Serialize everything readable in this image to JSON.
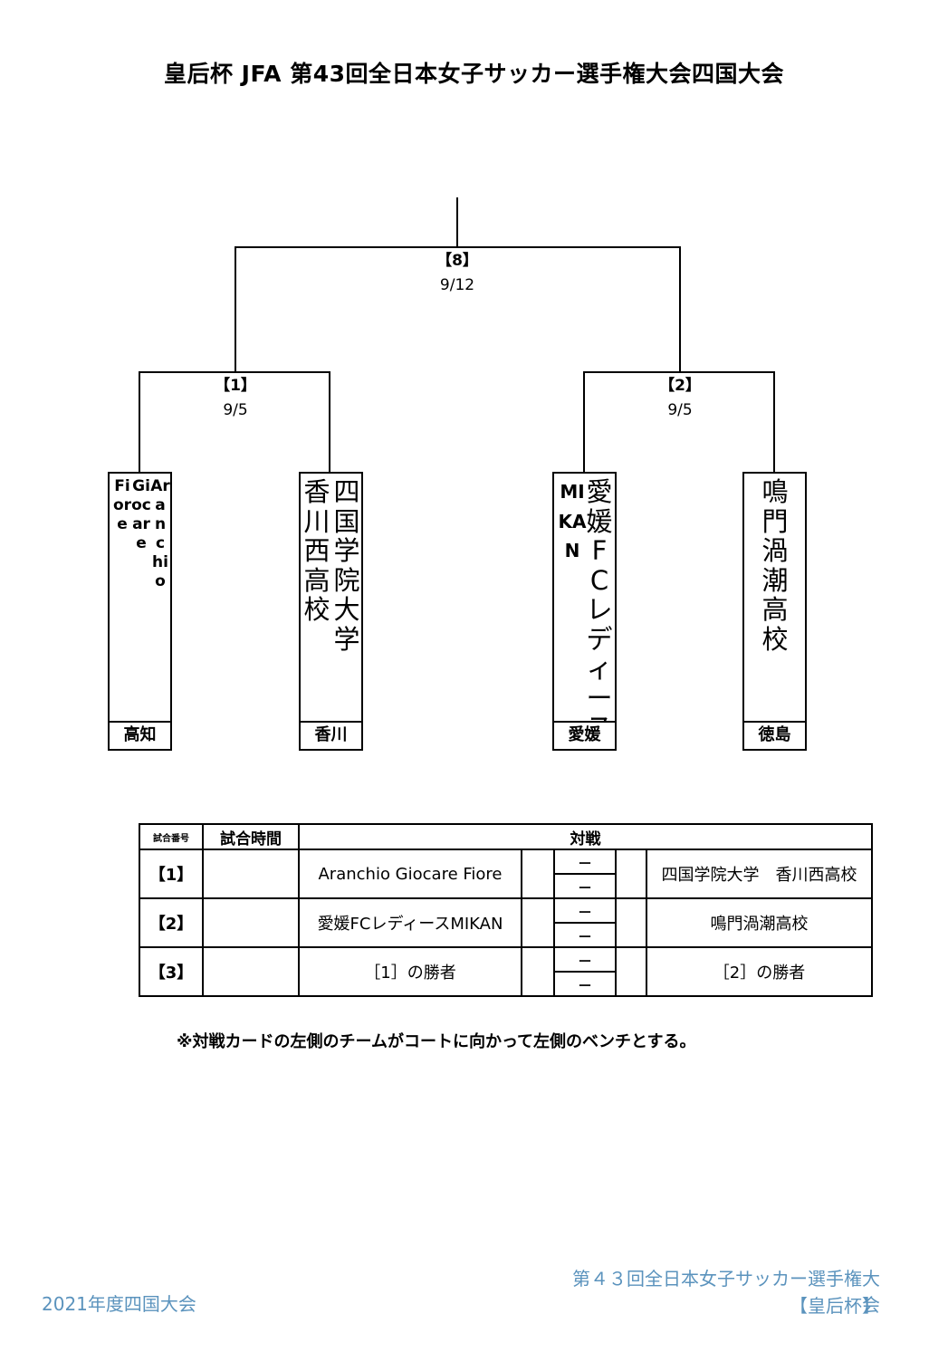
{
  "title": "皇后杯 JFA 第43回全日本女子サッカー選手権大会四国大会",
  "bracket": {
    "final": {
      "number": "【8】",
      "date": "9/12"
    },
    "match1": {
      "number": "【1】",
      "date": "9/5"
    },
    "match2": {
      "number": "【2】",
      "date": "9/5"
    },
    "teams": [
      {
        "columns": [
          "Aranchio",
          "Giocare",
          "Fiore"
        ],
        "prefecture": "高知"
      },
      {
        "columns": [
          "四国学院大学",
          "香川西高校"
        ],
        "prefecture": "香川"
      },
      {
        "columns": [
          "愛媛FCレディース",
          "MIKAN"
        ],
        "prefecture": "愛媛"
      },
      {
        "columns": [
          "鳴門渦潮高校"
        ],
        "prefecture": "徳島"
      }
    ]
  },
  "schedule": {
    "headers": {
      "match_no": "試合番号",
      "time": "試合時間",
      "versus": "対戦"
    },
    "score_dash": "－",
    "rows": [
      {
        "number": "【1】",
        "time": "",
        "left": "Aranchio Giocare Fiore",
        "right": "四国学院大学　香川西高校"
      },
      {
        "number": "【2】",
        "time": "",
        "left": "愛媛FCレディースMIKAN",
        "right": "鳴門渦潮高校"
      },
      {
        "number": "【3】",
        "time": "",
        "left": "［1］の勝者",
        "right": "［2］の勝者"
      }
    ]
  },
  "note": "※対戦カードの左側のチームがコートに向かって左側のベンチとする。",
  "footer": {
    "left": "2021年度四国大会",
    "right_line1": "第４３回全日本女子サッカー選手権大会",
    "right_line2": "【皇后杯】"
  }
}
